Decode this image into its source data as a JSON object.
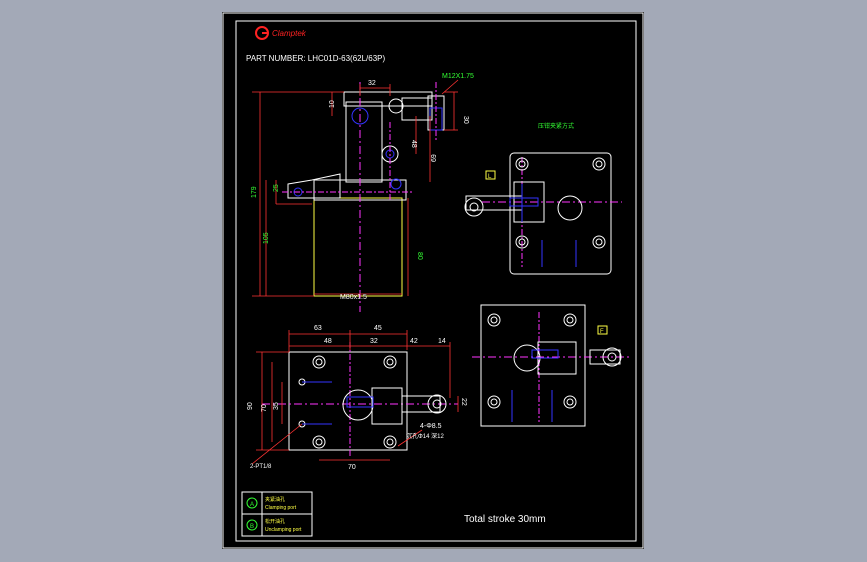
{
  "colors": {
    "background": "#a3a9b7",
    "sheet": "#000000",
    "border": "#ffffff",
    "part_line": "#ffffff",
    "dimension": "#ff3333",
    "dim_text": "#ffffff",
    "center_line": "#ff33ff",
    "hidden_line": "#3333ff",
    "yellow": "#ffff44",
    "green": "#33ff33",
    "logo_red": "#ff2222"
  },
  "header": {
    "logo_text": "Clamptek",
    "part_number": "PART NUMBER: LHC01D-63(62L/63P)"
  },
  "front_view": {
    "dims": {
      "width_top": "32",
      "thread": "M12X1.75",
      "d10": "10",
      "d30": "30",
      "d48": "48",
      "d69": "69",
      "d179": "179",
      "d25": "25",
      "d105": "105",
      "d80": "80",
      "base": "M80x1.5"
    }
  },
  "side_view": {
    "label_cn": "压钳夹紧方式",
    "tag": "L"
  },
  "right_view": {
    "tag": "F"
  },
  "plan_view": {
    "dims": {
      "top_63": "63",
      "top_45": "45",
      "d48": "48",
      "d32": "32",
      "d42": "42",
      "d14": "14",
      "d90": "90",
      "d70": "70",
      "d35": "35",
      "d22": "22",
      "bottom_70": "70",
      "holes": "4-Φ8.5",
      "counterbore": "沉孔Φ14 深12",
      "port": "2-PT1/8"
    }
  },
  "legend": {
    "items": [
      {
        "symbol": "A",
        "cn": "夹紧油孔",
        "en": "Clamping port"
      },
      {
        "symbol": "B",
        "cn": "松开油孔",
        "en": "Unclamping port"
      }
    ]
  },
  "note": "Total  stroke  30mm"
}
